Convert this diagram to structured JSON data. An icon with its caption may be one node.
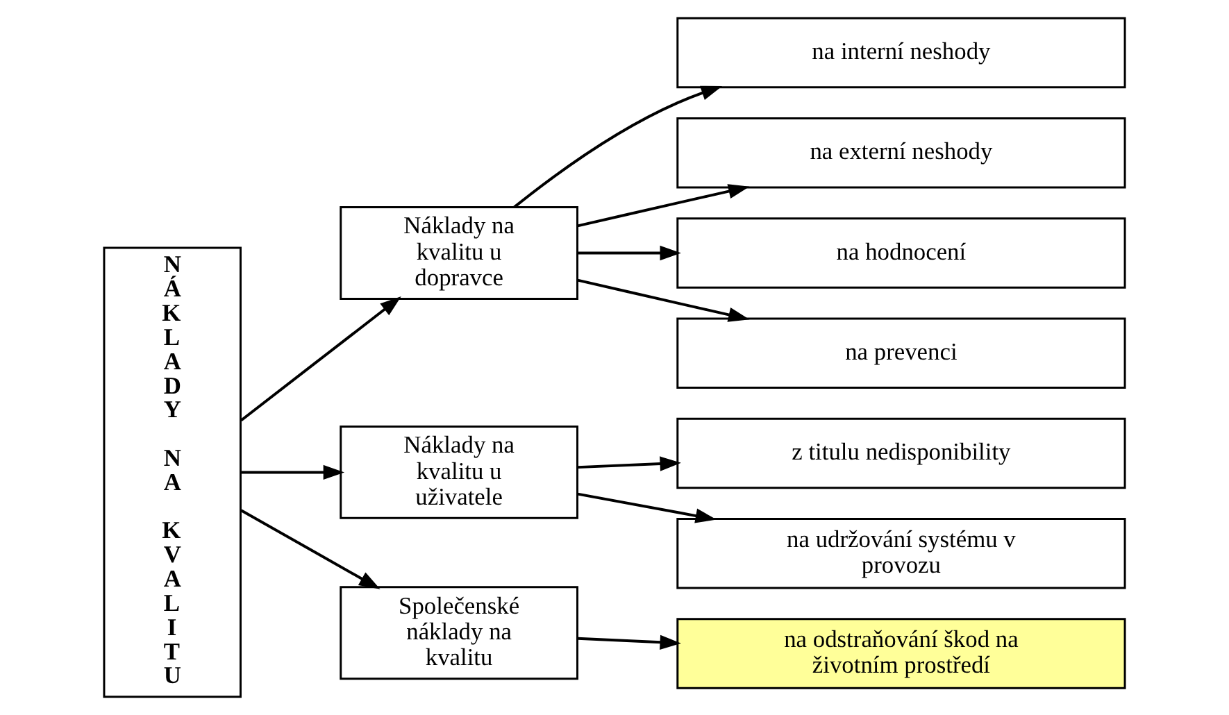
{
  "diagram": {
    "nodes": [
      {
        "text": [
          "NÁKLADY NA KVALITU"
        ]
      },
      {
        "text": [
          "Náklady na kvalitu u dopravce"
        ]
      },
      {
        "text": [
          "na interní neshody"
        ]
      },
      {
        "text": [
          "na externí neshody"
        ]
      },
      {
        "text": [
          "na hodnocení"
        ]
      },
      {
        "text": [
          "na prevenci"
        ]
      },
      {
        "text": [
          "Náklady na kvalitu u uživatele"
        ]
      },
      {
        "text": [
          "z titulu nedisponibility"
        ]
      },
      {
        "text": [
          "na udržování systému v provozu"
        ]
      },
      {
        "text": [
          "Společenské náklady na kvalitu"
        ]
      },
      {
        "text": [
          "na odstraňování škod na životním prostředí"
        ]
      }
    ],
    "edges": [
      {
        "from": 0,
        "to": 1,
        "arrow": "to"
      },
      {
        "from": 0,
        "to": 6,
        "arrow": "to"
      },
      {
        "from": 0,
        "to": 9,
        "arrow": "to"
      },
      {
        "from": 1,
        "to": 2,
        "arrow": "to"
      },
      {
        "from": 1,
        "to": 3,
        "arrow": "to"
      },
      {
        "from": 1,
        "to": 4,
        "arrow": "to"
      },
      {
        "from": 1,
        "to": 5,
        "arrow": "to"
      },
      {
        "from": 6,
        "to": 7,
        "arrow": "to"
      },
      {
        "from": 6,
        "to": 8,
        "arrow": "to"
      },
      {
        "from": 9,
        "to": 10,
        "arrow": "to"
      }
    ]
  }
}
